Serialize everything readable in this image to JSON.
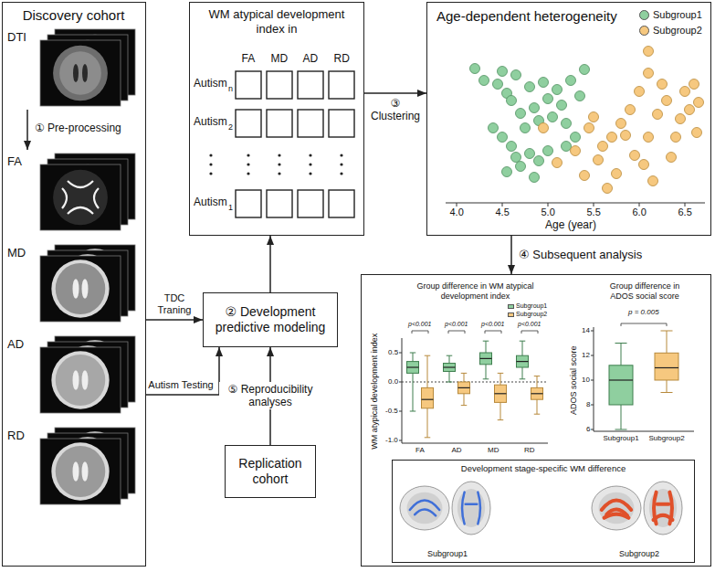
{
  "diagram": {
    "nodes": [
      {
        "text": [
          "Discovery cohort"
        ]
      },
      {
        "text": [
          "WM atypical development index in"
        ]
      },
      {
        "text": [
          "Age-dependent heterogeneity"
        ]
      },
      {
        "text": [
          "② Development predictive modeling"
        ]
      },
      {
        "text": [
          "Replication cohort"
        ]
      },
      {
        "text": [
          "Group difference in WM atypical development index",
          "Group difference in ADOS social score"
        ]
      },
      {
        "text": [
          "Development stage-specific WM difference",
          "Subgroup1",
          "Subgroup2"
        ],
        "in": 5
      }
    ],
    "edges": [
      {
        "from": 1,
        "to": 2,
        "arrow": "to",
        "label": "③ Clustering"
      },
      {
        "from": 3,
        "to": 1,
        "arrow": "to"
      },
      {
        "from": 0,
        "to": 3,
        "arrow": "to",
        "label": "TDC Traning"
      },
      {
        "from": 0,
        "to": 3,
        "arrow": "to",
        "label": "Autism Testing"
      },
      {
        "from": 4,
        "to": 3,
        "arrow": "to",
        "label": "⑤ Reproducibility analyses"
      },
      {
        "from": 2,
        "to": 5,
        "arrow": "to",
        "label": "④ Subsequent analysis"
      }
    ],
    "labels": [
      "DTI",
      "① Pre-processing",
      "FA",
      "MD",
      "AD",
      "RD",
      "FA",
      "MD",
      "AD",
      "RD",
      "Autism",
      "n",
      "Autism",
      "2",
      "Autism",
      "1",
      "4.0",
      "4.5",
      "5.0",
      "5.5",
      "6.0",
      "6.5",
      "Age (year)",
      "WM atypical development index",
      "0.5",
      "0.0",
      "-0.5",
      "-1.0",
      "FA",
      "AD",
      "MD",
      "RD",
      "p<0.001",
      "p<0.001",
      "p<0.001",
      "p<0.001",
      "ADOS social score",
      "14",
      "12",
      "10",
      "8",
      "6",
      "Subgroup1",
      "Subgroup2",
      "p = 0.005"
    ],
    "legend": [
      {
        "text": "Subgroup1",
        "color": "#8fcf9f"
      },
      {
        "text": "Subgroup2",
        "color": "#f6c87f"
      },
      {
        "text": "Subgroup1",
        "color": "#8fcf9f"
      },
      {
        "text": "Subgroup2",
        "color": "#f6c87f"
      }
    ]
  }
}
